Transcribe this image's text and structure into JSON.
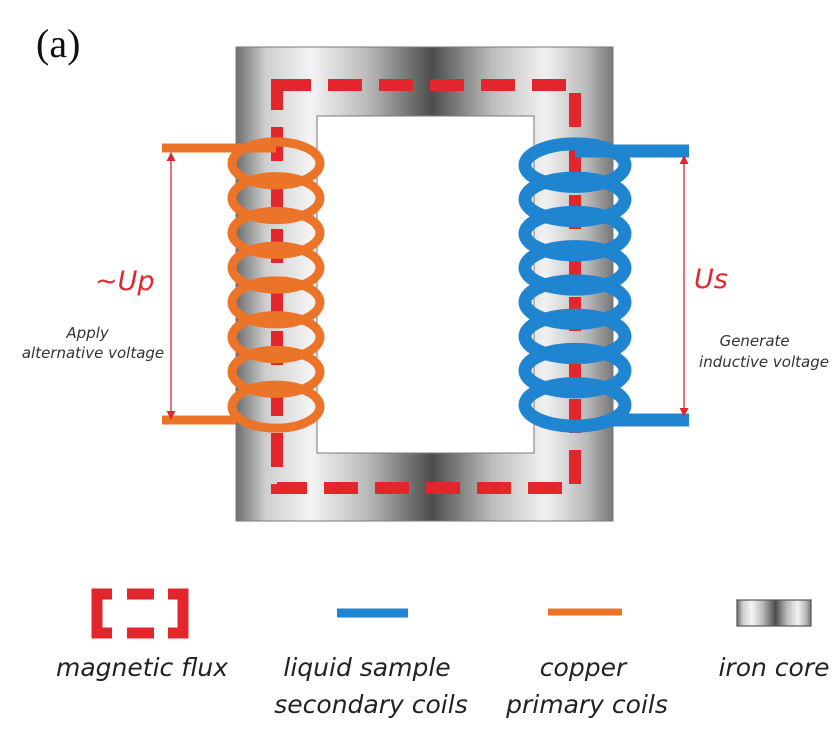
{
  "figure": {
    "panel_label": "(a)",
    "primary_voltage_label": "~Up",
    "secondary_voltage_label": "Us",
    "apply_label": [
      "Apply",
      "alternative voltage"
    ],
    "generate_label": [
      "Generate",
      "inductive voltage"
    ]
  },
  "legend": [
    {
      "name": "magnetic-flux",
      "lines": [
        "magnetic flux"
      ]
    },
    {
      "name": "liquid-sample-secondary-coils",
      "lines": [
        "liquid sample",
        "secondary coils"
      ]
    },
    {
      "name": "copper-primary-coils",
      "lines": [
        "copper",
        "primary coils"
      ]
    },
    {
      "name": "iron-core",
      "lines": [
        "iron core"
      ]
    }
  ],
  "colors": {
    "flux": "#e3262b",
    "secondary_coil": "#1f85d0",
    "primary_coil": "#ec7428",
    "arrow": "#e3262b"
  },
  "coil_turns": {
    "primary": 8,
    "secondary": 8
  }
}
